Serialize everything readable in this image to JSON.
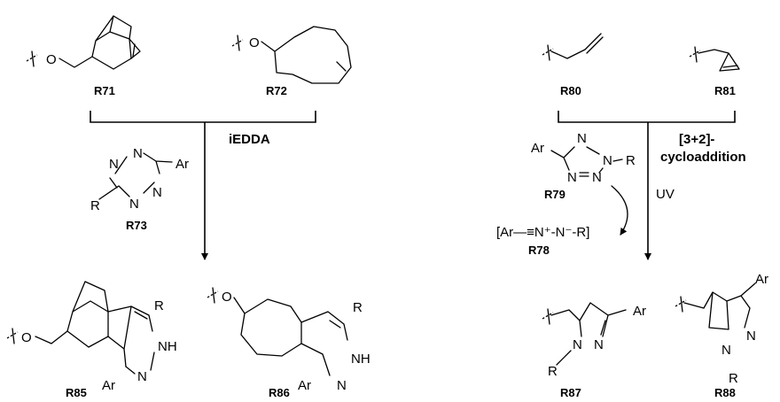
{
  "scheme": {
    "left": {
      "reactants": [
        {
          "label": "R71",
          "atoms": [
            "O"
          ]
        },
        {
          "label": "R72",
          "atoms": [
            "O"
          ]
        }
      ],
      "reaction": "iEDDA",
      "reagent": {
        "label": "R73",
        "atoms": [
          "N",
          "N",
          "N",
          "N",
          "Ar",
          "R"
        ]
      },
      "products": [
        {
          "label": "R85",
          "atoms": [
            "O",
            "R",
            "NH",
            "N",
            "Ar"
          ]
        },
        {
          "label": "R86",
          "atoms": [
            "O",
            "R",
            "NH",
            "N",
            "Ar"
          ]
        }
      ]
    },
    "right": {
      "reactants": [
        {
          "label": "R80"
        },
        {
          "label": "R81"
        }
      ],
      "reaction": {
        "line1": "[3+2]-",
        "line2": "cycloaddition"
      },
      "reagent": {
        "label": "R79",
        "atoms": [
          "Ar",
          "N",
          "N",
          "R",
          "N",
          "N"
        ]
      },
      "condition": "UV",
      "intermediate": {
        "label": "R78",
        "text": "[Ar—≡N⁺-N⁻-R]"
      },
      "products": [
        {
          "label": "R87",
          "atoms": [
            "Ar",
            "N",
            "N",
            "R"
          ]
        },
        {
          "label": "R88",
          "atoms": [
            "Ar",
            "N",
            "N",
            "R"
          ]
        }
      ]
    }
  }
}
